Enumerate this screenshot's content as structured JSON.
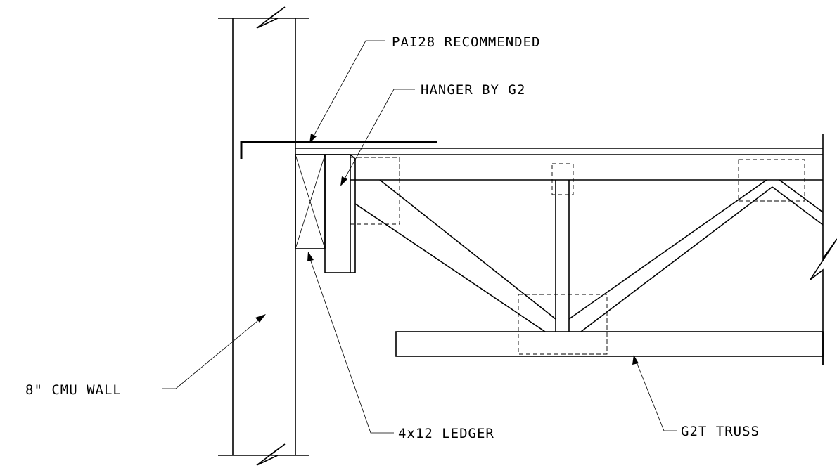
{
  "labels": {
    "pa128": "PAI28 RECOMMENDED",
    "hanger": "HANGER BY G2",
    "wall": "8\" CMU WALL",
    "ledger": "4x12 LEDGER",
    "truss": "G2T TRUSS"
  },
  "colors": {
    "line": "#000000",
    "background": "#ffffff"
  }
}
